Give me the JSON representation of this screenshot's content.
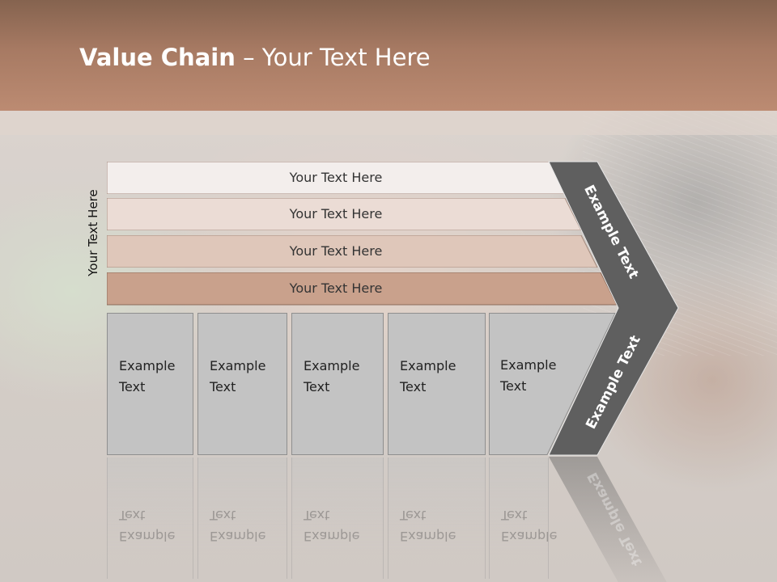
{
  "title": {
    "bold": "Value Chain",
    "rest": " – Your Text Here"
  },
  "side_label": "Your Text Here",
  "rows": [
    {
      "label": "Your Text Here",
      "fill": "#f3eeec"
    },
    {
      "label": "Your Text Here",
      "fill": "#ebdcd5"
    },
    {
      "label": "Your Text Here",
      "fill": "#dfc7ba"
    },
    {
      "label": "Your Text Here",
      "fill": "#c9a18c"
    }
  ],
  "columns": [
    {
      "line1": "Example",
      "line2": "Text"
    },
    {
      "line1": "Example",
      "line2": "Text"
    },
    {
      "line1": "Example",
      "line2": "Text"
    },
    {
      "line1": "Example",
      "line2": "Text"
    },
    {
      "line1": "Example",
      "line2": "Text"
    }
  ],
  "chevron": {
    "top_label": "Example Text",
    "bottom_label": "Example Text",
    "fill": "#5f5f5f"
  },
  "colors": {
    "header": "#a77a63",
    "column_fill": "#c3c3c3"
  }
}
